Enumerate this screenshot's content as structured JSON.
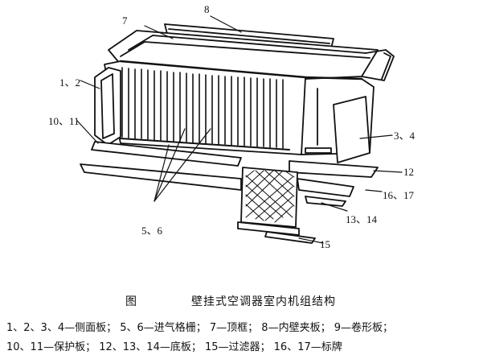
{
  "labels": {
    "l12": "1、2",
    "l34": "3、4",
    "l56": "5、6",
    "l7": "7",
    "l8": "8",
    "l1011": "10、11",
    "l1213": "12",
    "l1314": "13、14",
    "l15": "15",
    "l1617": "16、17"
  },
  "caption": {
    "figure": "图",
    "title": "壁挂式空调器室内机组结构"
  },
  "legend": {
    "line1": "1、2、3、4—侧面板；  5、6—进气格栅；  7—顶框；  8—内壁夹板；  9—卷形板；",
    "line2": "10、11—保护板；  12、13、14—底板；  15—过滤器；  16、17—标牌"
  },
  "colors": {
    "ink": "#111111",
    "paper": "#ffffff"
  }
}
